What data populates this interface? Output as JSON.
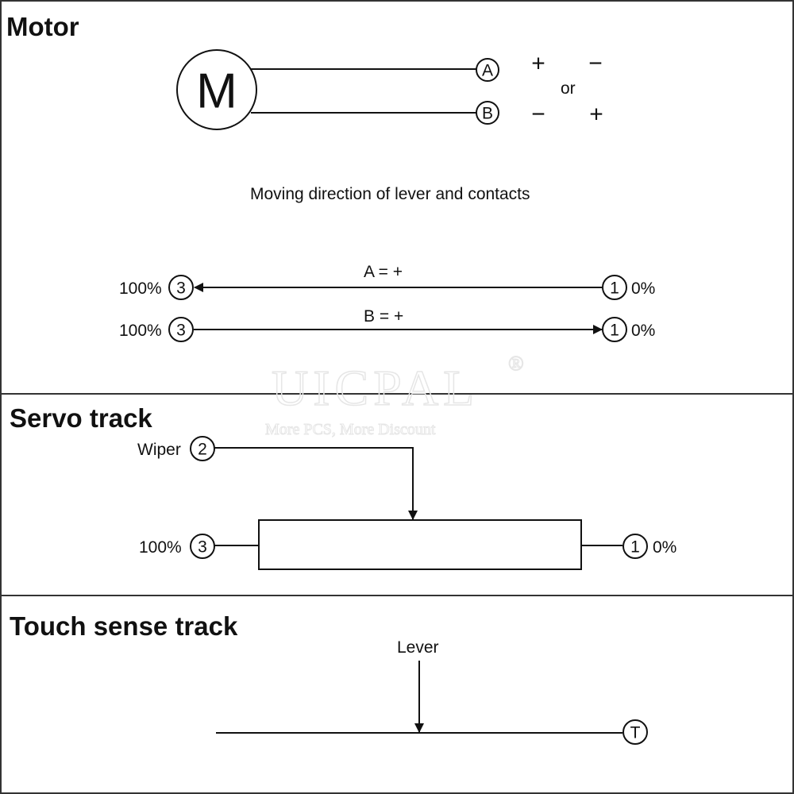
{
  "sections": {
    "motor": {
      "title": "Motor",
      "motor_symbol": "M",
      "terminal_a": "A",
      "terminal_b": "B",
      "polarity_a_option1": "+",
      "polarity_b_option1": "−",
      "polarity_or": "or",
      "polarity_a_option2": "−",
      "polarity_b_option2": "+",
      "direction_caption": "Moving direction of lever and contacts",
      "row1": {
        "condition": "A = +",
        "left_pct": "100%",
        "left_terminal": "3",
        "right_terminal": "1",
        "right_pct": "0%"
      },
      "row2": {
        "condition": "B = +",
        "left_pct": "100%",
        "left_terminal": "3",
        "right_terminal": "1",
        "right_pct": "0%"
      }
    },
    "servo": {
      "title": "Servo track",
      "wiper_label": "Wiper",
      "wiper_terminal": "2",
      "left_pct": "100%",
      "left_terminal": "3",
      "right_terminal": "1",
      "right_pct": "0%"
    },
    "touch": {
      "title": "Touch sense track",
      "lever_label": "Lever",
      "terminal": "T"
    }
  },
  "watermark": {
    "brand": "UICPAL",
    "registered": "®",
    "slogan": "More PCS, More Discount"
  }
}
